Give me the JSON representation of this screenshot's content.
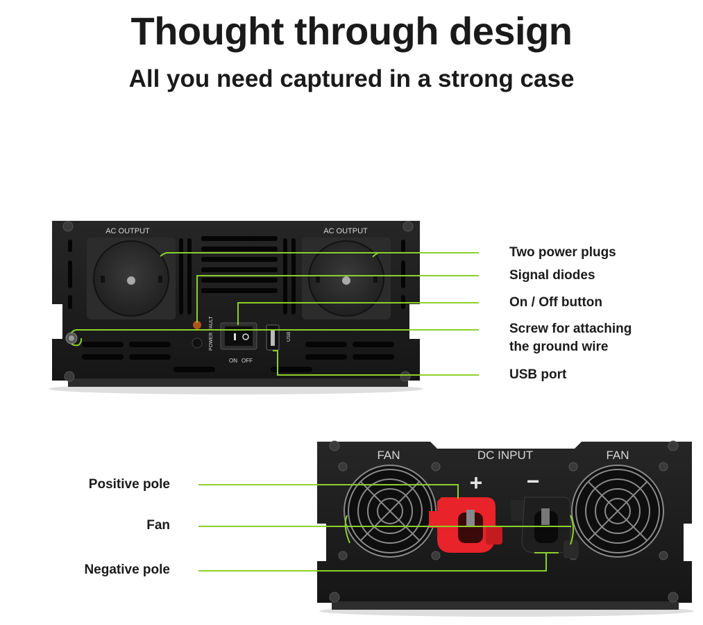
{
  "header": {
    "title": "Thought through design",
    "subtitle": "All you need captured in a strong case"
  },
  "front_panel": {
    "ac_output_left": "AC OUTPUT",
    "ac_output_right": "AC OUTPUT",
    "power_label": "POWER",
    "fault_label": "FAULT",
    "switch_on": "ON",
    "switch_off": "OFF",
    "usb_label": "USB",
    "callouts": [
      "Two power plugs",
      "Signal diodes",
      "On / Off button",
      "Screw for attaching\nthe ground wire",
      "USB port"
    ]
  },
  "back_panel": {
    "fan_left": "FAN",
    "dc_input": "DC INPUT",
    "fan_right": "FAN",
    "plus": "+",
    "minus": "−",
    "callouts": [
      "Positive pole",
      "Fan",
      "Negative pole"
    ]
  },
  "colors": {
    "accent_line": "#8cd12a",
    "device_body": "#1b1b1b",
    "positive_terminal": "#e8232a",
    "negative_terminal": "#1a1a1a"
  }
}
